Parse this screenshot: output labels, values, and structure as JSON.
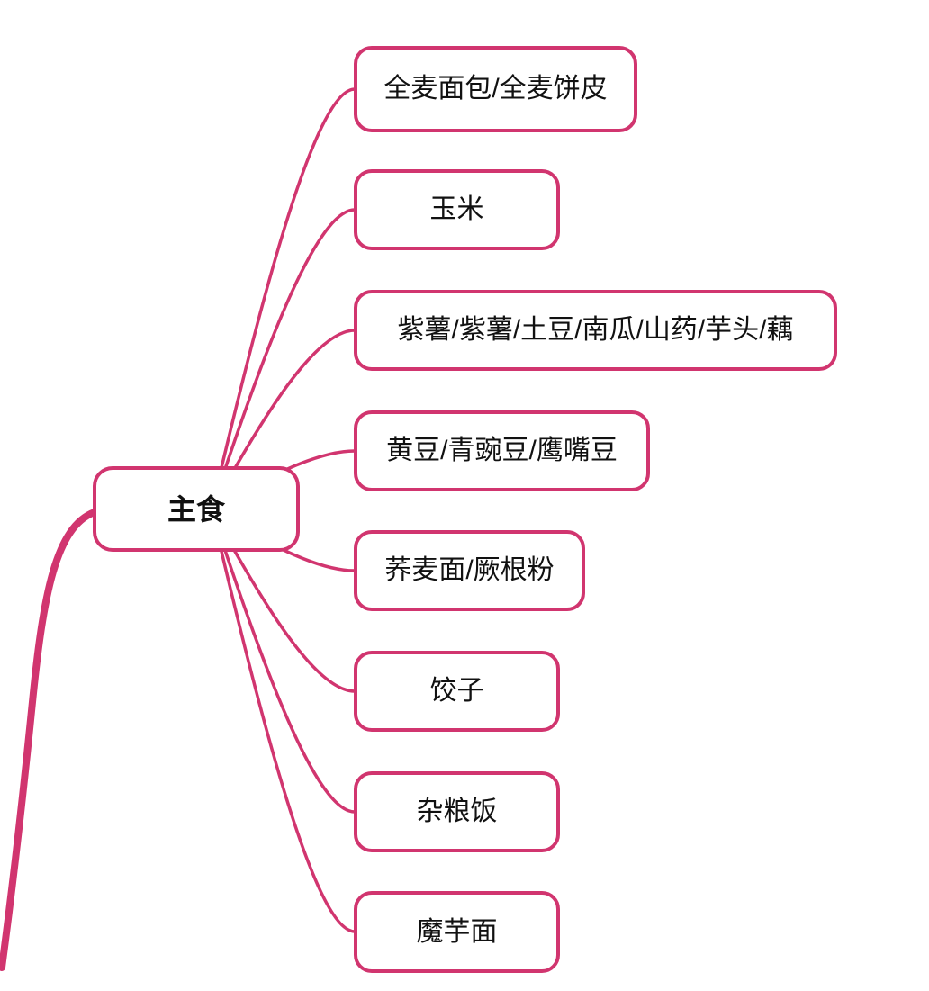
{
  "theme": {
    "accent": "#d1356f",
    "text": "#111111",
    "node_background": "#ffffff",
    "canvas_background": "#ffffff"
  },
  "mindmap": {
    "root": {
      "label": "主食"
    },
    "children": [
      {
        "label": "全麦面包/全麦饼皮"
      },
      {
        "label": "玉米"
      },
      {
        "label": "紫薯/紫薯/土豆/南瓜/山药/芋头/藕"
      },
      {
        "label": "黄豆/青豌豆/鹰嘴豆"
      },
      {
        "label": "荞麦面/厥根粉"
      },
      {
        "label": "饺子"
      },
      {
        "label": "杂粮饭"
      },
      {
        "label": "魔芋面"
      }
    ],
    "has_offscreen_parent_branch": true
  }
}
